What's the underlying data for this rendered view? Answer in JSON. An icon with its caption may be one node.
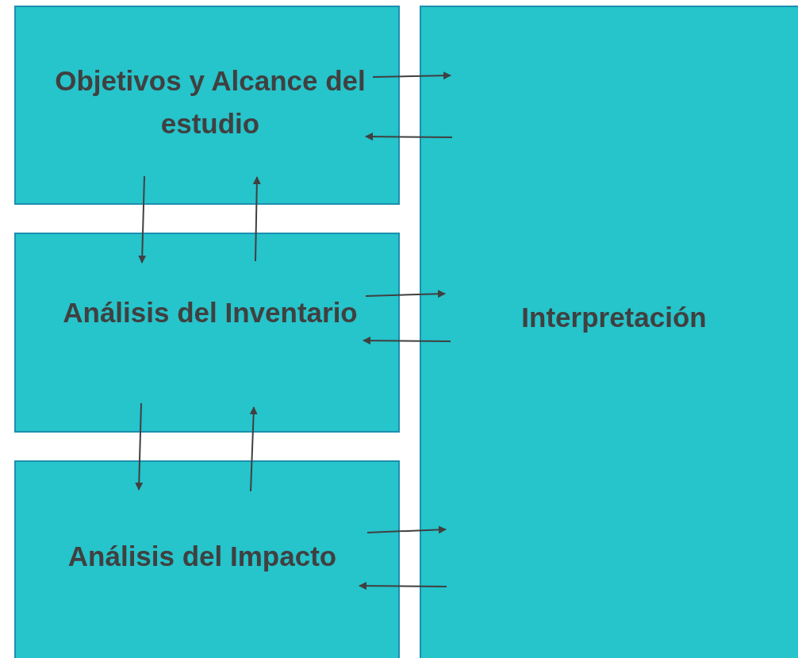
{
  "diagram": {
    "nodes": [
      {
        "text": [
          "Objetivos y Alcance del estudio"
        ]
      },
      {
        "text": [
          "Análisis del Inventario"
        ]
      },
      {
        "text": [
          "Análisis del Impacto"
        ]
      },
      {
        "text": [
          "Interpretación"
        ]
      }
    ],
    "edges": [
      {
        "from": 0,
        "to": 3,
        "arrow": "to"
      },
      {
        "from": 3,
        "to": 0,
        "arrow": "to"
      },
      {
        "from": 0,
        "to": 1,
        "arrow": "to"
      },
      {
        "from": 1,
        "to": 0,
        "arrow": "to"
      },
      {
        "from": 1,
        "to": 3,
        "arrow": "to"
      },
      {
        "from": 3,
        "to": 1,
        "arrow": "to"
      },
      {
        "from": 1,
        "to": 2,
        "arrow": "to"
      },
      {
        "from": 2,
        "to": 1,
        "arrow": "to"
      },
      {
        "from": 2,
        "to": 3,
        "arrow": "to"
      },
      {
        "from": 3,
        "to": 2,
        "arrow": "to"
      }
    ]
  }
}
